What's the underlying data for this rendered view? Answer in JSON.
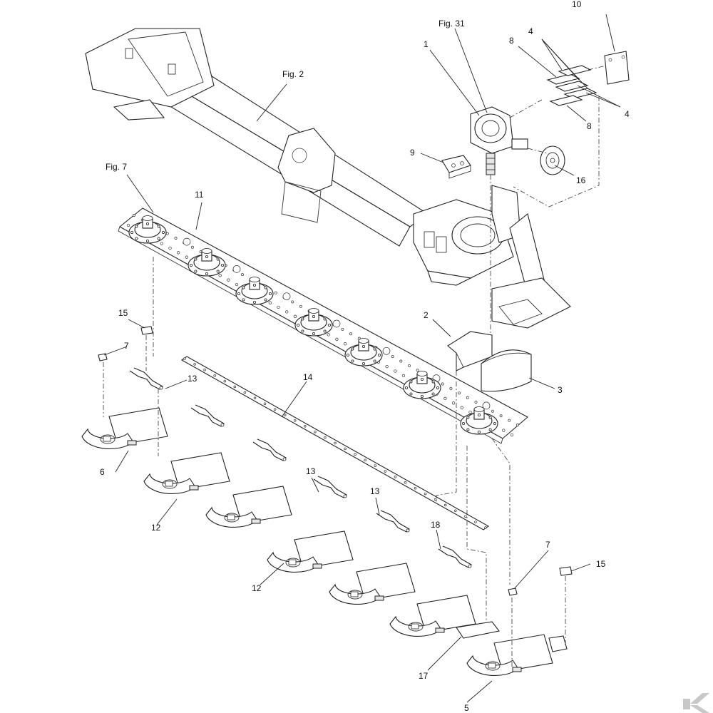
{
  "callouts": {
    "fig2": "Fig. 2",
    "fig7": "Fig. 7",
    "fig31": "Fig. 31",
    "n1": "1",
    "n2": "2",
    "n3": "3",
    "n4a": "4",
    "n4b": "4",
    "n5": "5",
    "n6": "6",
    "n7a": "7",
    "n7b": "7",
    "n8a": "8",
    "n8b": "8",
    "n9": "9",
    "n10": "10",
    "n11": "11",
    "n12a": "12",
    "n12b": "12",
    "n13a": "13",
    "n13b": "13",
    "n13c": "13",
    "n14": "14",
    "n15a": "15",
    "n15b": "15",
    "n16": "16",
    "n17": "17",
    "n18": "18"
  },
  "logo": {
    "glyph": "K",
    "icon": "brand-logo-icon",
    "color": "#bfbfbf"
  }
}
